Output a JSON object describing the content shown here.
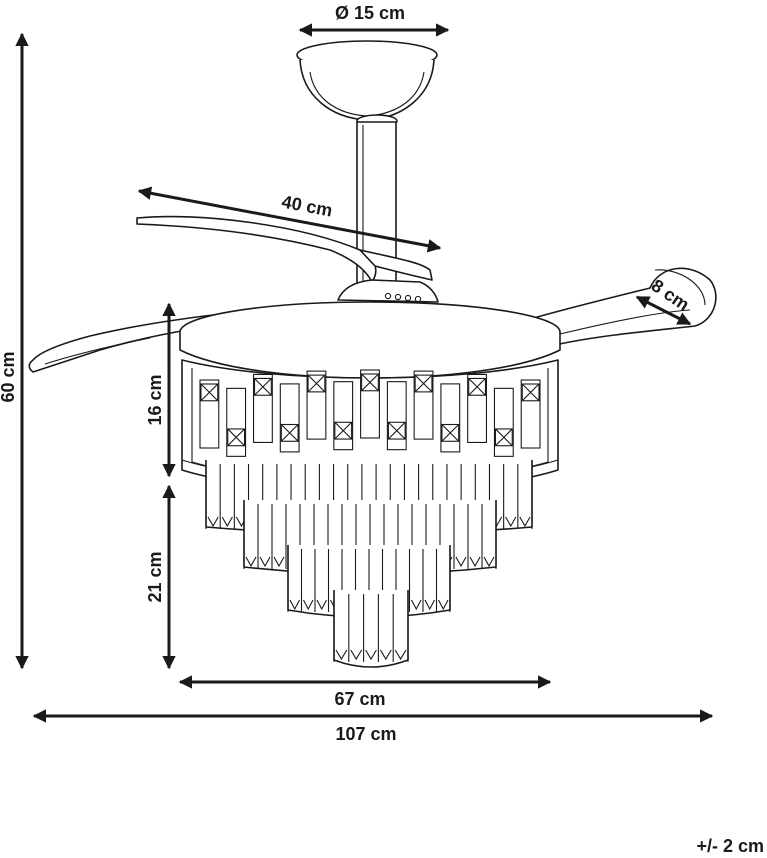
{
  "dimensions": {
    "canopy_diameter": "Ø 15 cm",
    "blade_length": "40 cm",
    "blade_width": "8 cm",
    "total_height": "60 cm",
    "drum_height": "16 cm",
    "crystal_height": "21 cm",
    "lamp_width": "67 cm",
    "total_width": "107 cm"
  },
  "tolerance": "+/- 2 cm",
  "colors": {
    "line": "#1a1a1a",
    "background": "#ffffff"
  }
}
